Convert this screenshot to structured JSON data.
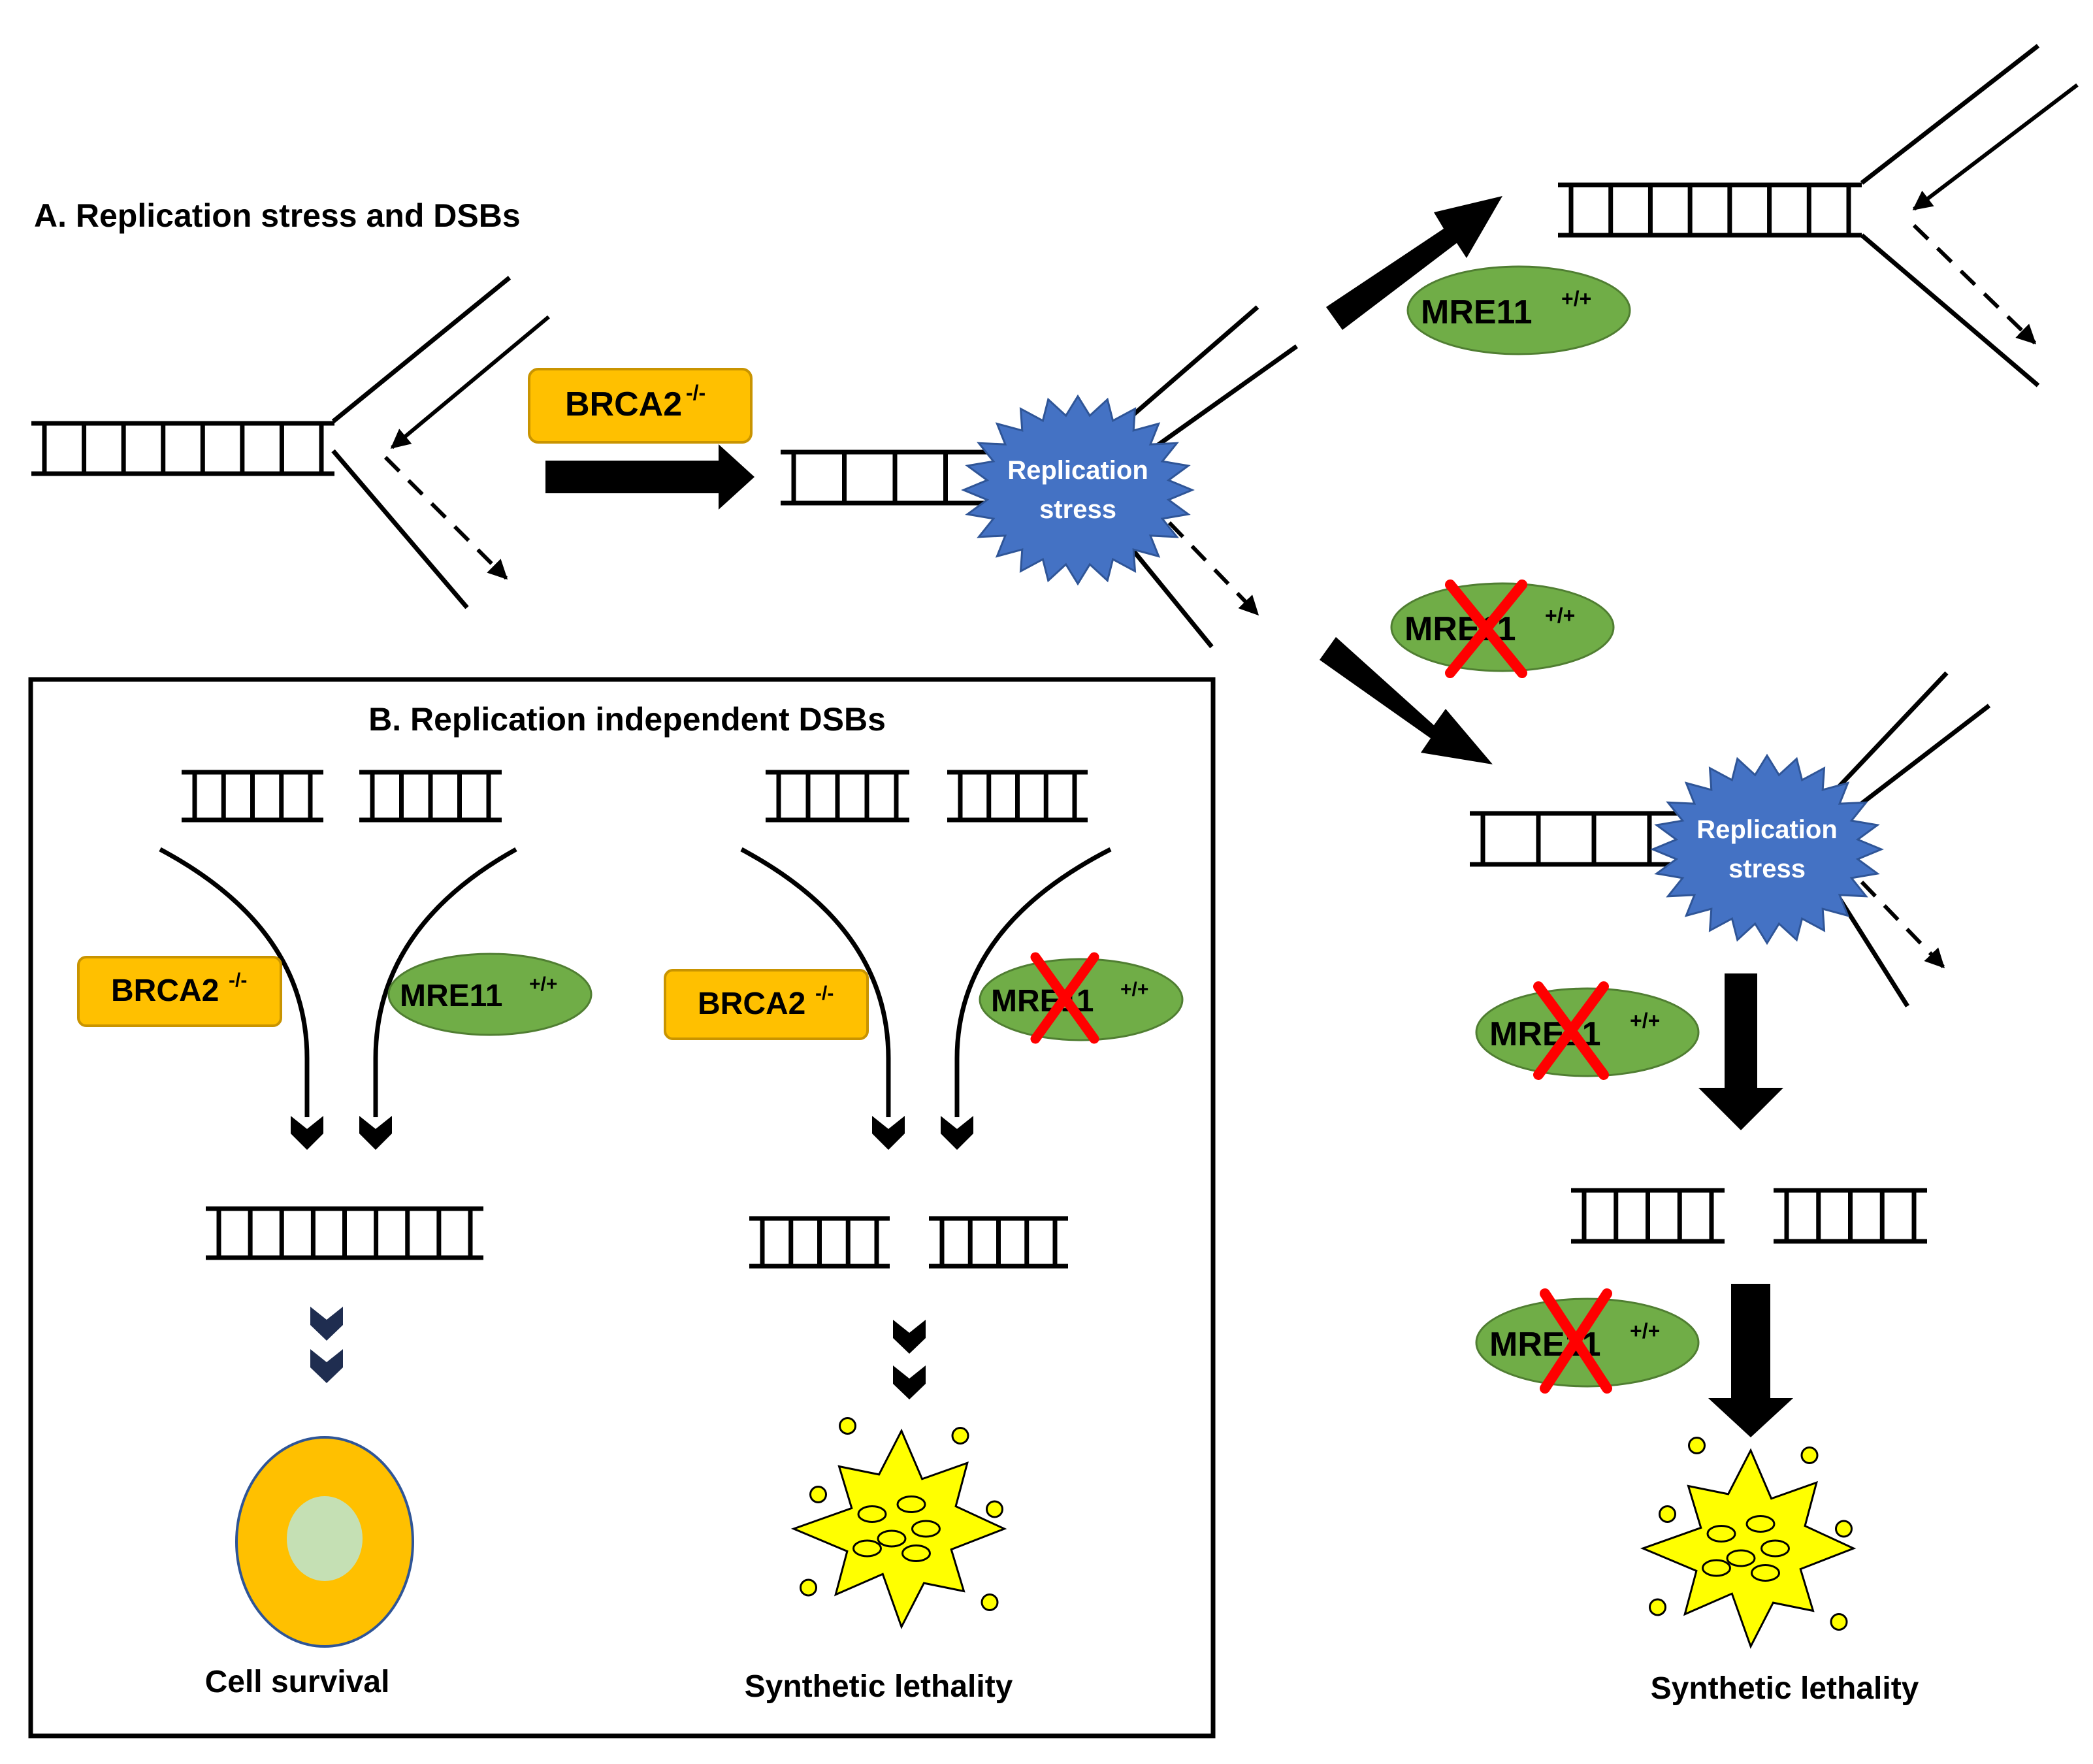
{
  "panel_a": {
    "title": "A. Replication stress and DSBs"
  },
  "panel_b": {
    "title": "B. Replication independent DSBs",
    "outcome_left": "Cell survival",
    "outcome_right": "Synthetic lethality"
  },
  "outcome_right_column": "Synthetic lethality",
  "labels": {
    "brca2": "BRCA2",
    "brca2_sup": "-/-",
    "mre11": "MRE11",
    "mre11_sup": "+/+",
    "replication_stress_1": "Replication",
    "replication_stress_2": "stress"
  },
  "colors": {
    "brca2_fill": "#ffc000",
    "brca2_stroke": "#c99400",
    "mre11_fill": "#70ad47",
    "mre11_stroke": "#507e32",
    "star_fill": "#4472c4",
    "star_stroke": "#2f5597",
    "cross": "#ff0000",
    "burst_fill": "#ffff00",
    "cell_outer": "#ffc000",
    "cell_inner": "#c5e0b4"
  }
}
